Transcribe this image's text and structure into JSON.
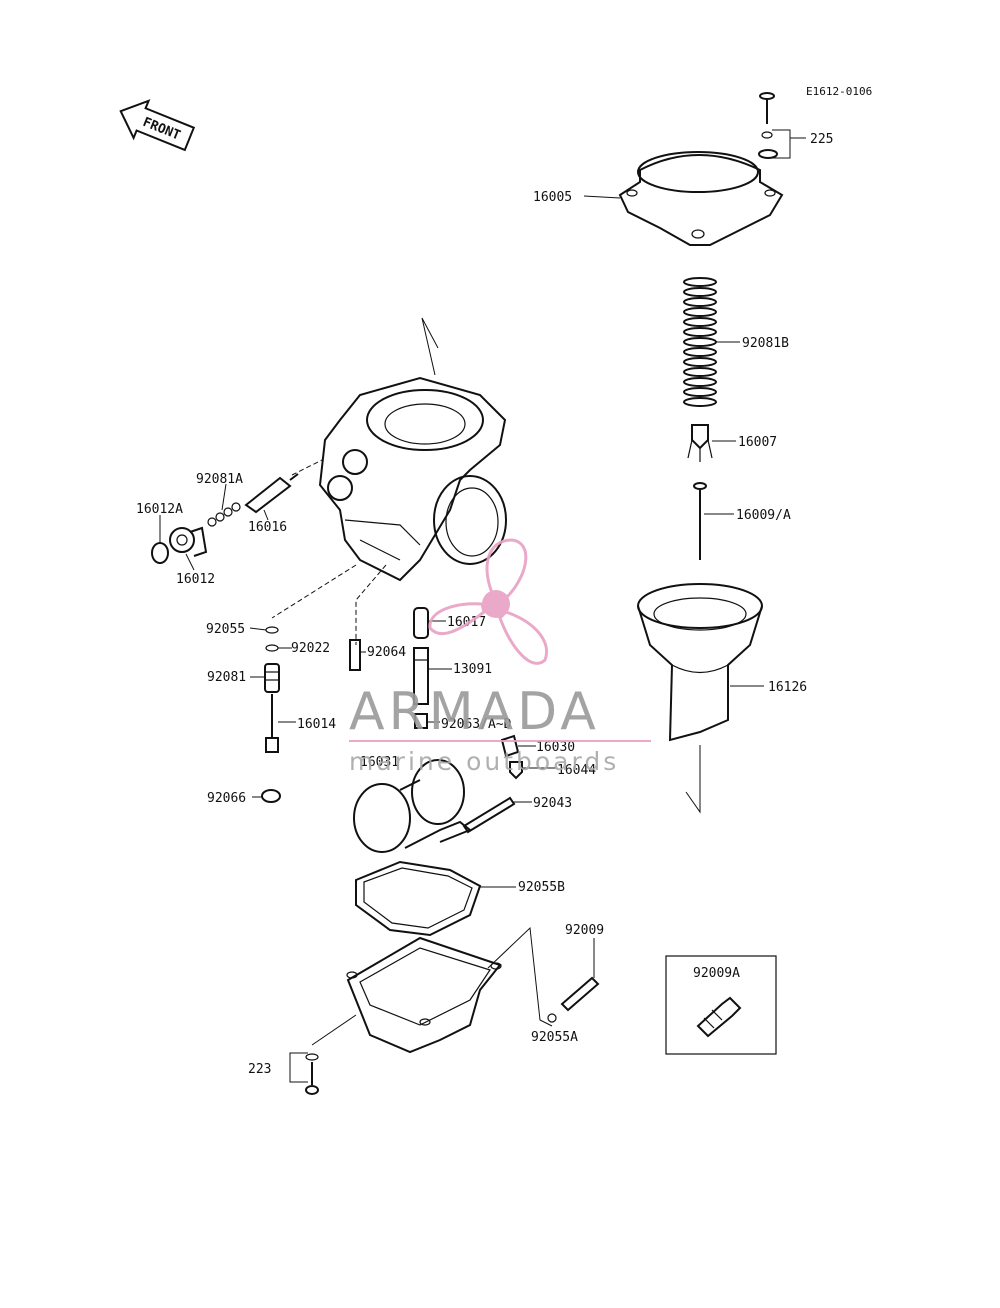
{
  "diagram": {
    "code": "E1612-0106",
    "front_label": "FRONT",
    "parts": [
      "225",
      "16005",
      "92081B",
      "16007",
      "16009/A",
      "16126",
      "92081A",
      "16012A",
      "16016",
      "16012",
      "92055",
      "92022",
      "92064",
      "16017",
      "13091",
      "92081",
      "16014",
      "92063/A~D",
      "16030",
      "16044",
      "16031",
      "92066",
      "92043",
      "92055B",
      "92009",
      "92055A",
      "223"
    ],
    "inset_label": "92009A"
  },
  "watermark": {
    "brand": "ARMADA",
    "tagline": "marine outboards",
    "accent_color": "#e8a0c4",
    "text_color": "#9a9a9a"
  }
}
